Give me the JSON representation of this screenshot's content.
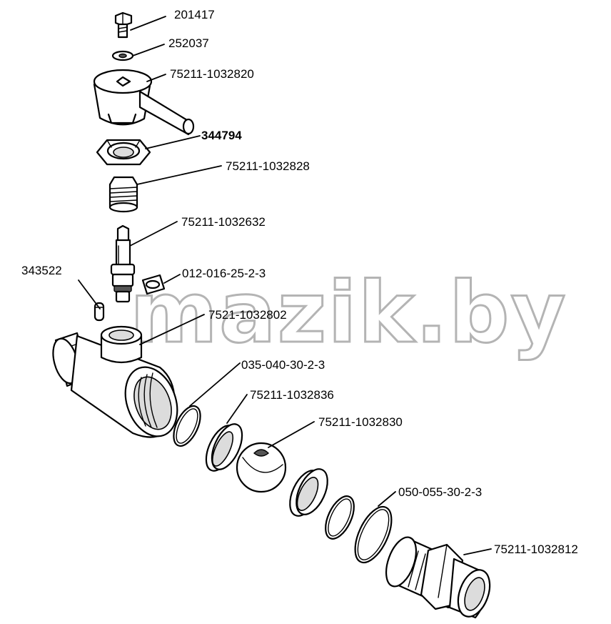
{
  "watermark": "mazik.by",
  "parts": [
    {
      "label": "201417"
    },
    {
      "label": "252037"
    },
    {
      "label": "75211-1032820"
    },
    {
      "label": "344794"
    },
    {
      "label": "75211-1032828"
    },
    {
      "label": "75211-1032632"
    },
    {
      "label": "343522"
    },
    {
      "label": "012-016-25-2-3"
    },
    {
      "label": "7521-1032802"
    },
    {
      "label": "035-040-30-2-3"
    },
    {
      "label": "75211-1032836"
    },
    {
      "label": "75211-1032830"
    },
    {
      "label": "050-055-30-2-3"
    },
    {
      "label": "75211-1032812"
    }
  ]
}
